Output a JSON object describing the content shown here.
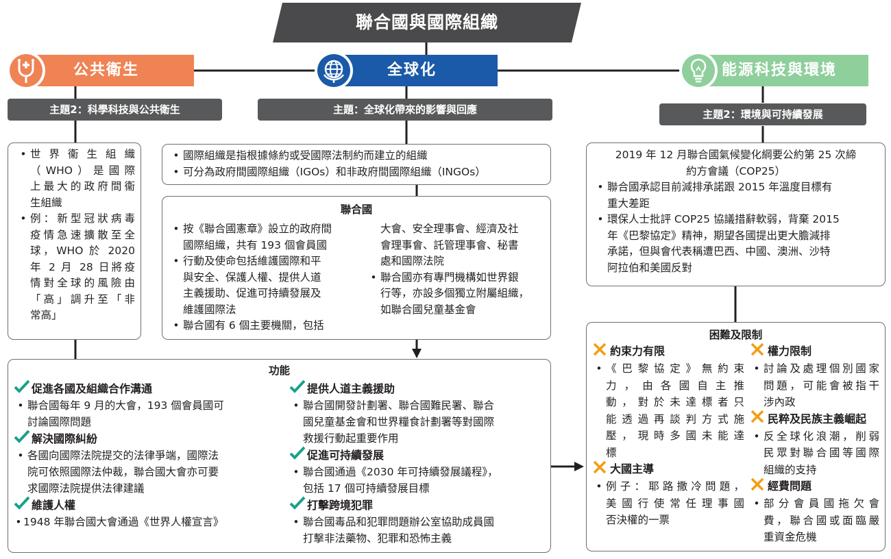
{
  "title": "聯合國與國際組織",
  "colors": {
    "public_health": "#ef8354",
    "globalization": "#1a5aa8",
    "energy": "#8fcf9c",
    "theme_bar": "#58595b",
    "title_banner": "#4a4a4c",
    "check": "#1aa18a",
    "cross": "#f39c12"
  },
  "categories": {
    "left": {
      "label": "公共衛生",
      "icon": "health-icon"
    },
    "center": {
      "label": "全球化",
      "icon": "globe-icon"
    },
    "right": {
      "label": "能源科技與環境",
      "icon": "lightbulb-icon"
    }
  },
  "themes": {
    "left": "主題2：科學科技與公共衛生",
    "center": "主題：全球化帶來的影響與回應",
    "right": "主題2：環境與可持續發展"
  },
  "who_box": {
    "items": [
      [
        "世界衞生組織",
        "（WHO）是國際",
        "上最大的政府間衞",
        "生組織"
      ],
      [
        "例：新型冠狀病毒",
        "疫情急速擴散至全",
        "球，WHO 於 2020",
        "年 2 月 28 日將疫",
        "情對全球的風險由",
        "「高」調升至「非",
        "常高」"
      ]
    ]
  },
  "io_box": {
    "items": [
      "國際組織是指根據條約或受國際法制約而建立的組織",
      "可分為政府間國際組織（IGOs）和非政府間國際組織（INGOs）"
    ]
  },
  "un_box": {
    "heading": "聯合國",
    "left_items": [
      [
        "按《聯合國憲章》設立的政府間",
        "國際組織，共有 193 個會員國"
      ],
      [
        "行動及使命包括維護國際和平",
        "與安全、保護人權、提供人道",
        "主義援助、促進可持續發展及",
        "維護國際法"
      ],
      [
        "聯合國有 6 個主要機關，包括"
      ]
    ],
    "right_cont": [
      "大會、安全理事會、經濟及社",
      "會理事會、託管理事會、秘書",
      "處和國際法院"
    ],
    "right_items": [
      [
        "聯合國亦有專門機構如世界銀",
        "行等，亦設多個獨立附屬組織，",
        "如聯合國兒童基金會"
      ]
    ]
  },
  "cop_box": {
    "heading": [
      "2019 年 12 月聯合國氣候變化綱要公約第 25 次締",
      "約方會議（COP25）"
    ],
    "items": [
      [
        "聯合國承認目前減排承諾跟 2015 年溫度目標有",
        "重大差距"
      ],
      [
        "環保人士批評 COP25 協議措辭軟弱，背棄 2015",
        "年《巴黎協定》精神，期望各國提出更大膽減排",
        "承諾，但與會代表稱遭巴西、中國、澳洲、沙特",
        "阿拉伯和美國反對"
      ]
    ]
  },
  "functions": {
    "heading": "功能",
    "left": [
      {
        "title": "促進各國及組織合作溝通",
        "lines": [
          "聯合國每年 9 月的大會，193 個會員國可",
          "討論國際問題"
        ]
      },
      {
        "title": "解決國際糾紛",
        "lines": [
          "各國向國際法院提交的法律爭端，國際法",
          "院可依照國際法仲裁，聯合國大會亦可要",
          "求國際法院提供法律建議"
        ]
      },
      {
        "title": "維護人權",
        "lines": [
          "1948 年聯合國大會通過《世界人權宣言》"
        ]
      }
    ],
    "right": [
      {
        "title": "提供人道主義援助",
        "lines": [
          "聯合國開發計劃署、聯合國難民署、聯合",
          "國兒童基金會和世界糧食計劃署等對國際",
          "救援行動起重要作用"
        ]
      },
      {
        "title": "促進可持續發展",
        "lines": [
          "聯合國通過《2030 年可持續發展議程》，",
          "包括 17 個可持續發展目標"
        ]
      },
      {
        "title": "打擊跨境犯罪",
        "lines": [
          "聯合國毒品和犯罪問題辦公室協助成員國",
          "打擊非法藥物、犯罪和恐怖主義"
        ]
      }
    ]
  },
  "limits": {
    "heading": "困難及限制",
    "left": [
      {
        "title": "約束力有限",
        "lines": [
          "《巴黎協定》無約束",
          "力，由各國自主推",
          "動，對於未達標者只",
          "能透過再談判方式施",
          "壓，現時多國未能達",
          "標"
        ]
      },
      {
        "title": "大國主導",
        "lines": [
          "例子：耶路撒冷問題，",
          "美國行使常任理事國",
          "否決權的一票"
        ]
      }
    ],
    "right": [
      {
        "title": "權力限制",
        "lines": [
          "討論及處理個別國家",
          "問題，可能會被指干",
          "涉內政"
        ]
      },
      {
        "title": "民粹及民族主義崛起",
        "lines": [
          "反全球化浪潮，削弱",
          "民眾對聯合國等國際",
          "組織的支持"
        ]
      },
      {
        "title": "經費問題",
        "lines": [
          "部分會員國拖欠會",
          "費，聯合國或面臨嚴",
          "重資金危機"
        ]
      }
    ]
  }
}
